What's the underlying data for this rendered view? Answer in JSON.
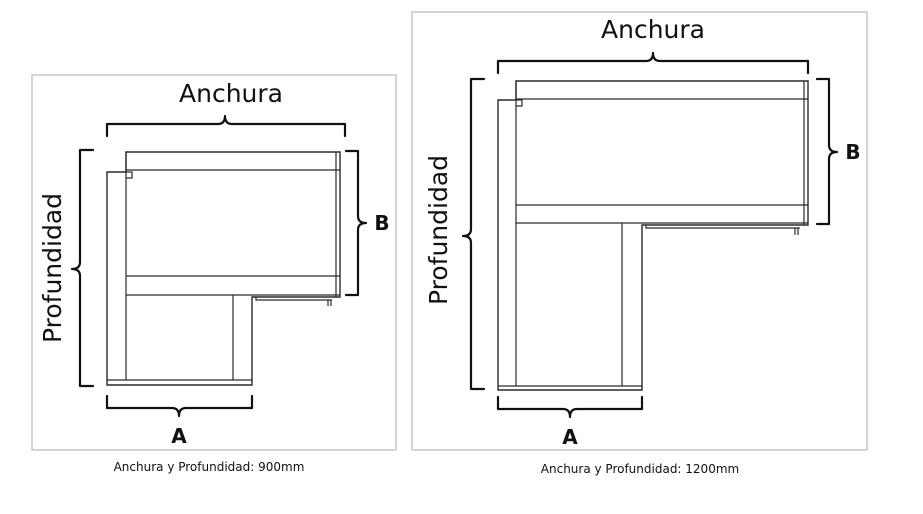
{
  "panels": [
    {
      "width_label": "Anchura",
      "depth_label": "Profundidad",
      "dim_a": "A",
      "dim_b": "B",
      "caption": "Anchura y Profundidad: 900mm"
    },
    {
      "width_label": "Anchura",
      "depth_label": "Profundidad",
      "dim_a": "A",
      "dim_b": "B",
      "caption": "Anchura y Profundidad: 1200mm"
    }
  ]
}
